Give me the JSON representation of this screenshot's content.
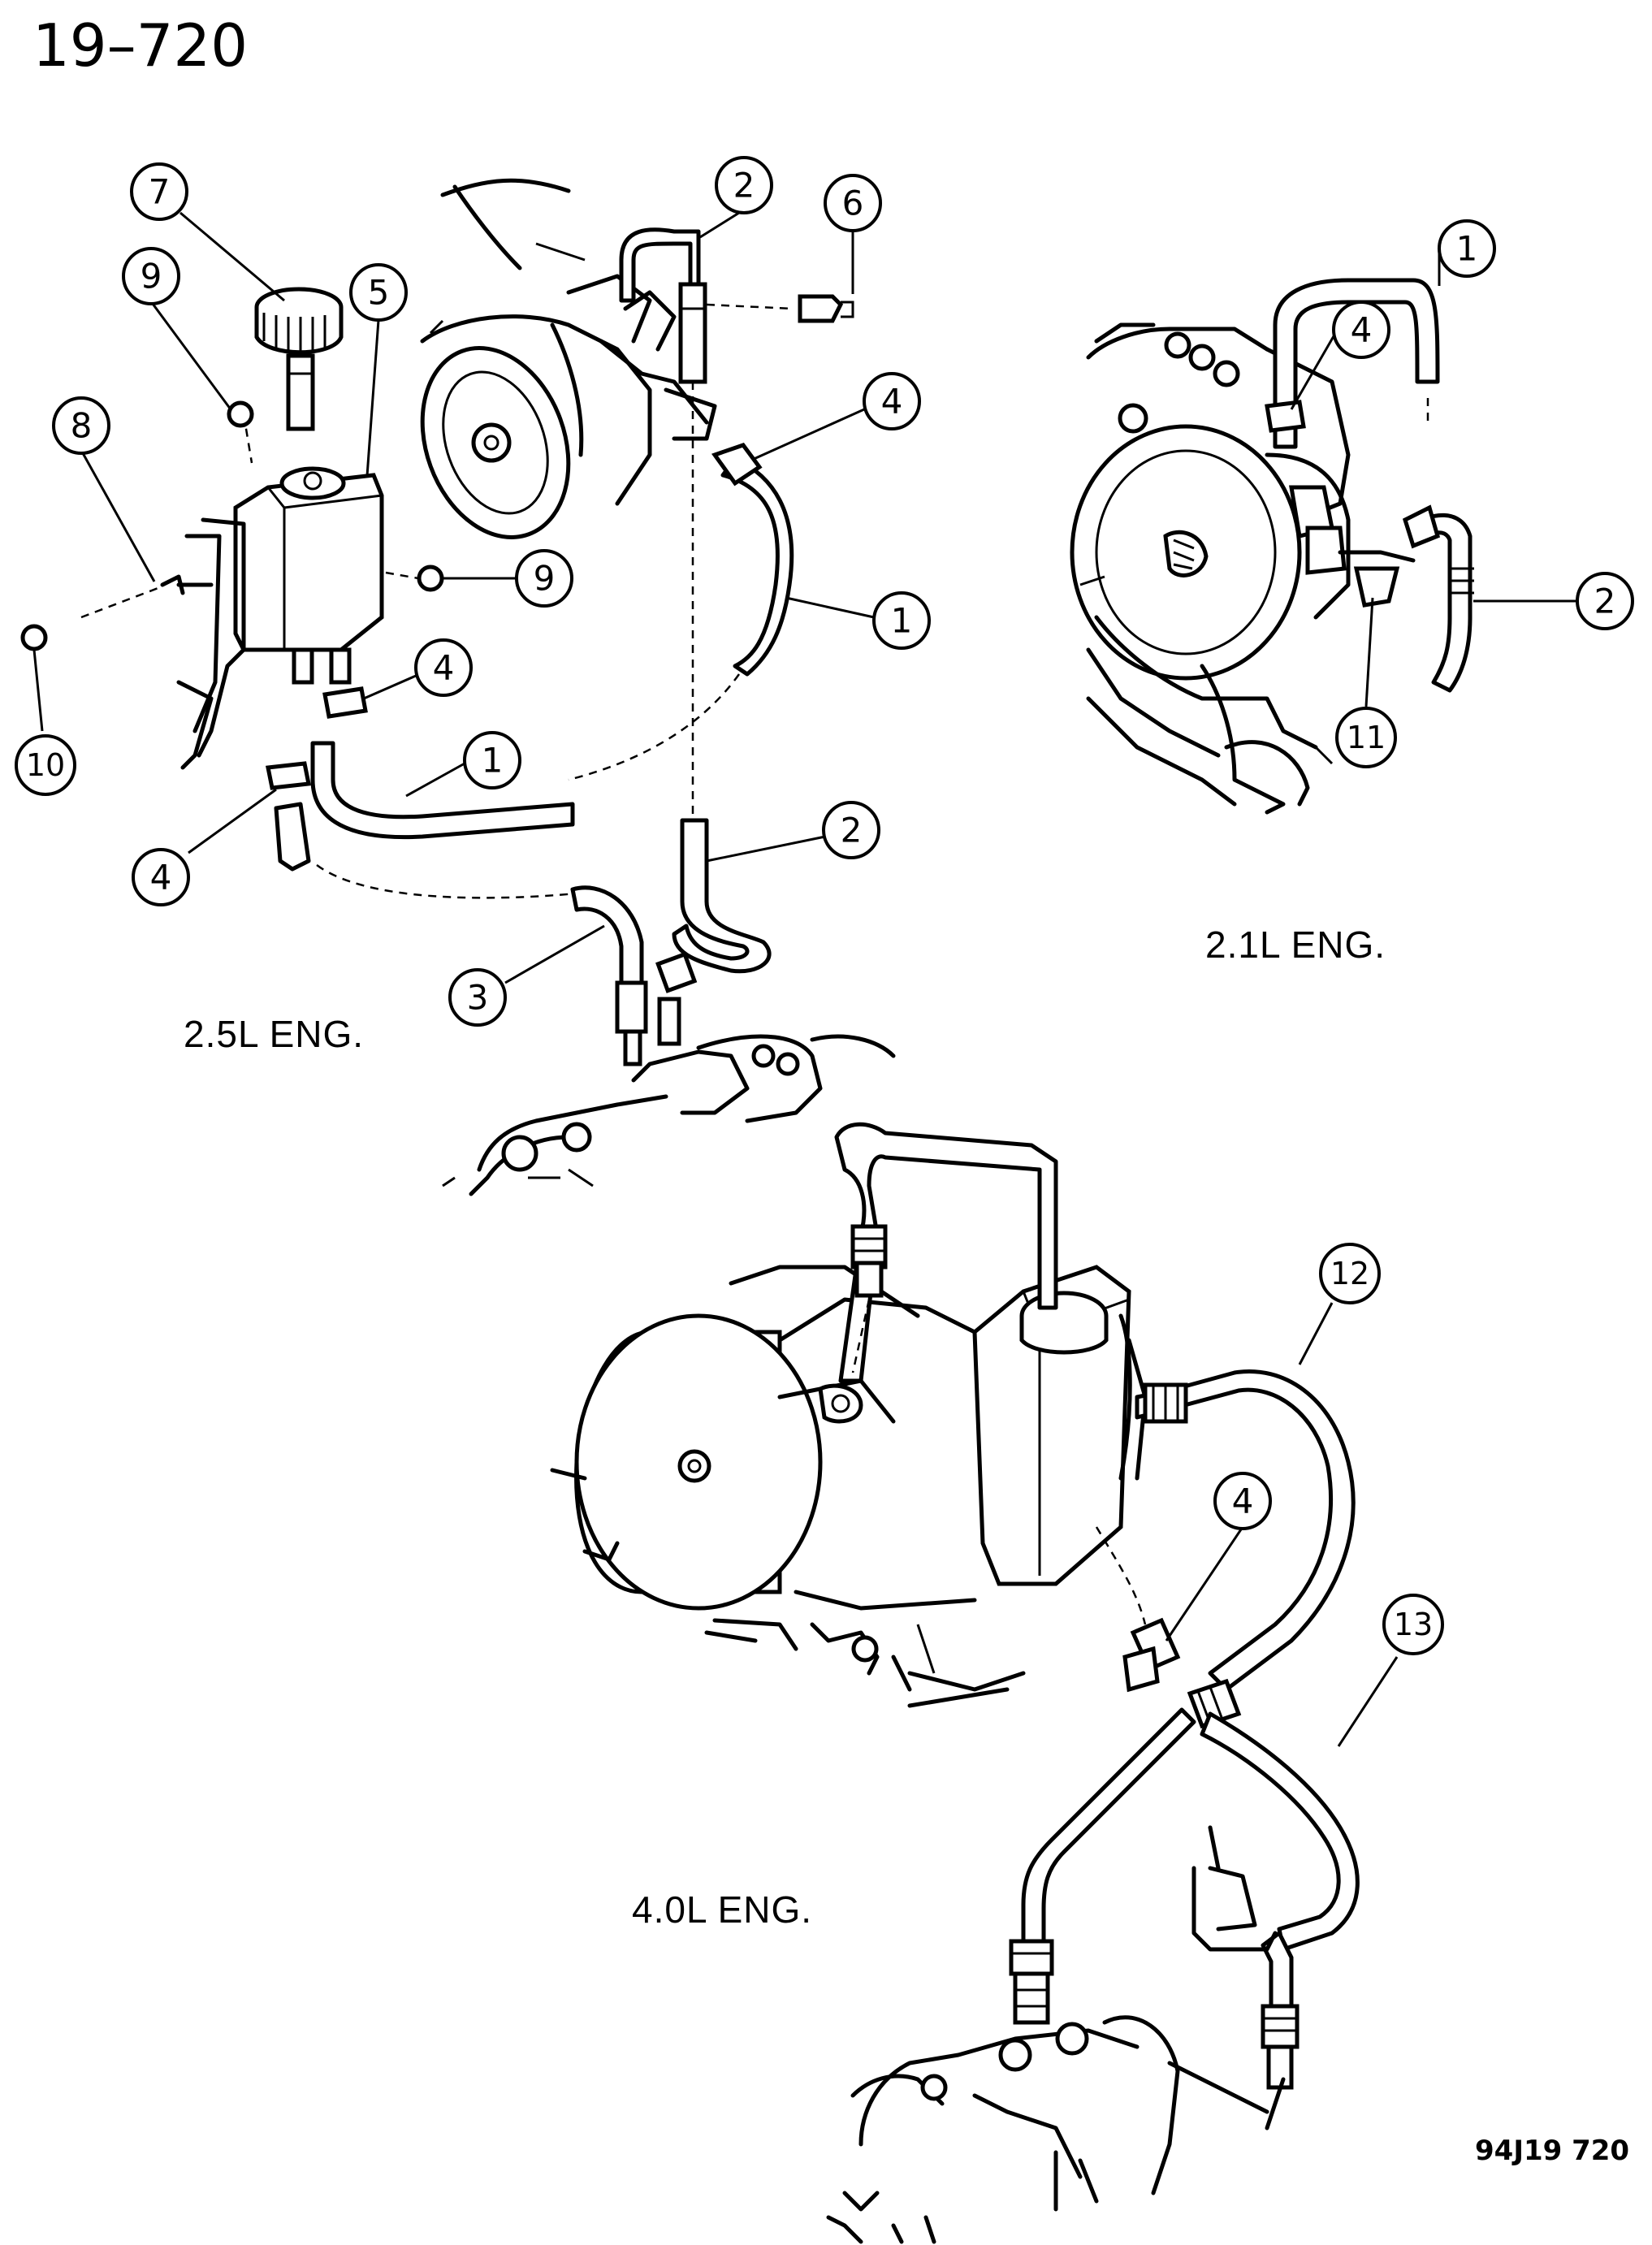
{
  "page_number": "19–720",
  "figure_id": "94J19  720",
  "engine_labels": {
    "eng_25": "2.5L  ENG.",
    "eng_21": "2.1L  ENG.",
    "eng_40": "4.0L  ENG."
  },
  "callouts": [
    {
      "id": "c7",
      "label": "7"
    },
    {
      "id": "c2a",
      "label": "2"
    },
    {
      "id": "c6",
      "label": "6"
    },
    {
      "id": "c9a",
      "label": "9"
    },
    {
      "id": "c5",
      "label": "5"
    },
    {
      "id": "c8",
      "label": "8"
    },
    {
      "id": "c4a",
      "label": "4"
    },
    {
      "id": "c9b",
      "label": "9"
    },
    {
      "id": "c1a",
      "label": "1"
    },
    {
      "id": "c4b",
      "label": "4"
    },
    {
      "id": "c10",
      "label": "10"
    },
    {
      "id": "c1b",
      "label": "1"
    },
    {
      "id": "c4c",
      "label": "4"
    },
    {
      "id": "c2b",
      "label": "2"
    },
    {
      "id": "c3",
      "label": "3"
    },
    {
      "id": "c1c",
      "label": "1"
    },
    {
      "id": "c4d",
      "label": "4"
    },
    {
      "id": "c2c",
      "label": "2"
    },
    {
      "id": "c11",
      "label": "11"
    },
    {
      "id": "c12",
      "label": "12"
    },
    {
      "id": "c4e",
      "label": "4"
    },
    {
      "id": "c13",
      "label": "13"
    }
  ]
}
